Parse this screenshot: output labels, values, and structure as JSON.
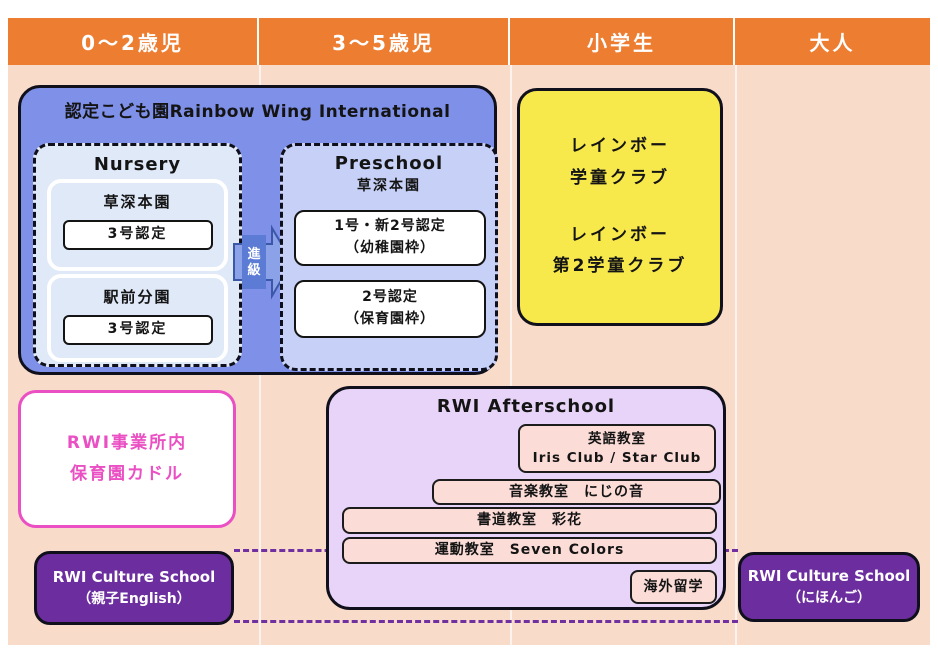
{
  "header": {
    "columns": [
      "0～2歳児",
      "3～5歳児",
      "小学生",
      "大人"
    ]
  },
  "kodomoen": {
    "title": "認定こども園Rainbow Wing International",
    "nursery": {
      "title": "Nursery",
      "campuses": [
        {
          "name": "草深本園",
          "cert": "3号認定"
        },
        {
          "name": "駅前分園",
          "cert": "3号認定"
        }
      ]
    },
    "arrow": {
      "char1": "進",
      "char2": "級"
    },
    "preschool": {
      "title": "Preschool",
      "subtitle": "草深本園",
      "certs": [
        {
          "line1": "1号・新2号認定",
          "line2": "（幼稚園枠）"
        },
        {
          "line1": "2号認定",
          "line2": "（保育園枠）"
        }
      ]
    }
  },
  "gakudou": {
    "club1_line1": "レインボー",
    "club1_line2": "学童クラブ",
    "club2_line1": "レインボー",
    "club2_line2": "第2学童クラブ"
  },
  "cuddle": {
    "line1": "RWI事業所内",
    "line2": "保育園カドル"
  },
  "afterschool": {
    "title": "RWI Afterschool",
    "programs": [
      {
        "line1": "英語教室",
        "line2": "Iris Club / Star Club"
      },
      {
        "line1": "音楽教室　にじの音"
      },
      {
        "line1": "書道教室　彩花"
      },
      {
        "line1": "運動教室　Seven Colors"
      },
      {
        "line1": "海外留学"
      }
    ]
  },
  "culture_left": {
    "line1": "RWI Culture School",
    "line2": "（親子English）"
  },
  "culture_right": {
    "line1": "RWI Culture School",
    "line2": "（にほんご）"
  },
  "colors": {
    "header_bg": "#ED7D31",
    "background": "#F9DBCA",
    "kodomoen_bg": "#7E90E8",
    "nursery_bg": "#DFE9F8",
    "preschool_bg": "#C7D0F6",
    "arrow_fill": "#8BA2E8",
    "gakudou_bg": "#F7E84C",
    "cuddle_accent": "#EA4FC3",
    "afterschool_bg": "#E7D4F8",
    "program_bg": "#FBDCD7",
    "culture_bg": "#6C2E9E",
    "connector": "#7030A0"
  }
}
